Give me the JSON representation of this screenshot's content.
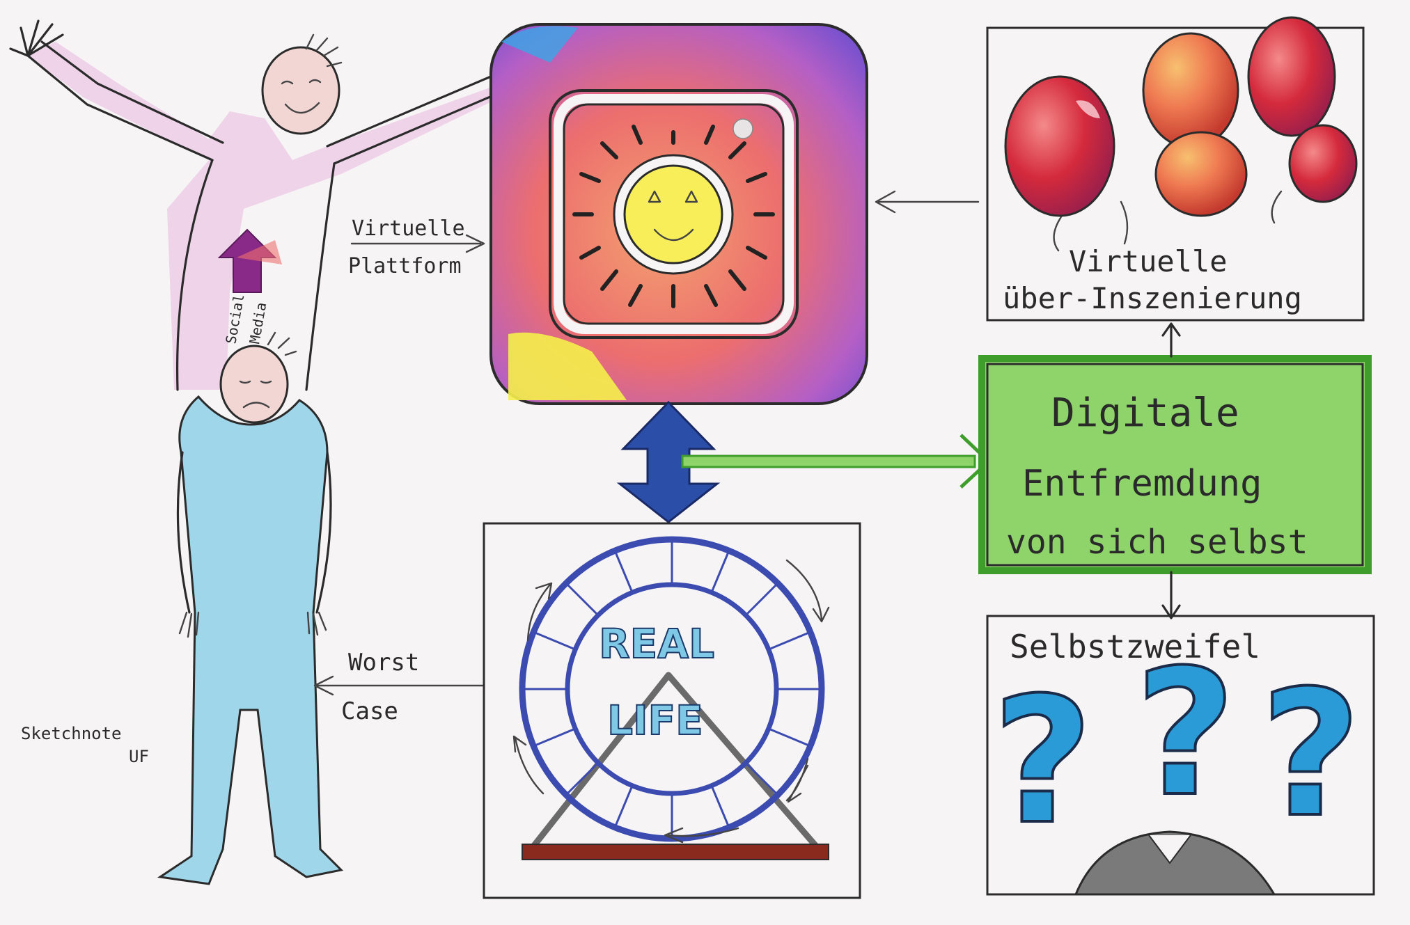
{
  "labels": {
    "virtual_platform_line1": "Virtuelle",
    "virtual_platform_line2": "Plattform",
    "social_media_line1": "Social",
    "social_media_line2": "Media",
    "worst_case_line1": "Worst",
    "worst_case_line2": "Case",
    "sketchnote_line1": "Sketchnote",
    "sketchnote_line2": "UF",
    "over_staging_line1": "Virtuelle",
    "over_staging_line2": "über-Inszenierung",
    "alienation_line1": "Digitale",
    "alienation_line2": "Entfremdung",
    "alienation_line3": "von sich selbst",
    "self_doubt": "Selbstzweifel",
    "real_life_line1": "REAL",
    "real_life_line2": "LIFE",
    "question_mark": "?"
  },
  "colors": {
    "green_box": "#8ed46a",
    "green_border": "#3f9d2c",
    "balloon_red": "#d42a3c",
    "balloon_orange": "#ef7a52",
    "sad_person": "#9fd6ea",
    "happy_person": "#eab8de",
    "question_blue": "#2a9bd6",
    "arrow_blue": "#2b4fa8",
    "wheel_blue": "#3c4bb0"
  }
}
